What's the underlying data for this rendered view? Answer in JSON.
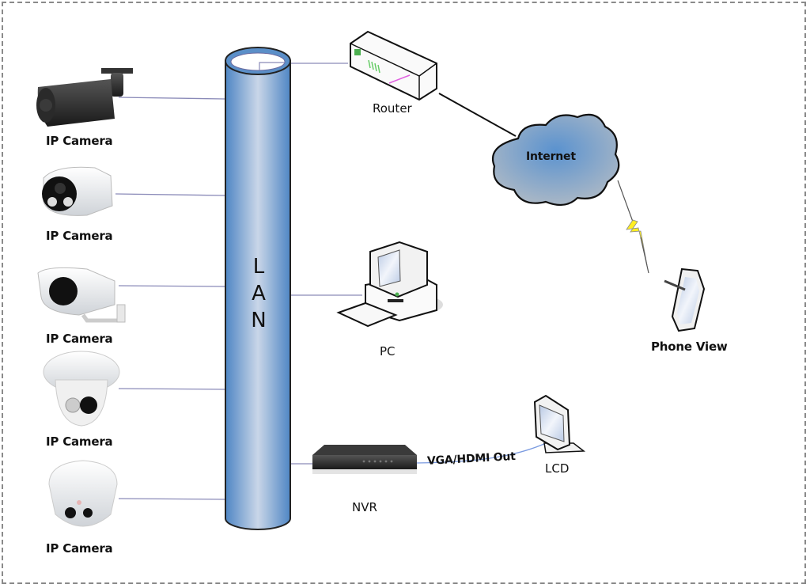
{
  "diagram": {
    "title": "IP Camera network topology",
    "backbone": {
      "label_letters": [
        "L",
        "A",
        "N"
      ],
      "color": "#5b8fc8"
    },
    "cameras": [
      {
        "label": "IP Camera",
        "type": "bullet-black"
      },
      {
        "label": "IP Camera",
        "type": "bullet-white"
      },
      {
        "label": "IP Camera",
        "type": "bullet-white-bracket"
      },
      {
        "label": "IP Camera",
        "type": "dome"
      },
      {
        "label": "IP Camera",
        "type": "dome-white"
      }
    ],
    "router": {
      "label": "Router"
    },
    "internet": {
      "label": "Internet"
    },
    "phone": {
      "label": "Phone View"
    },
    "pc": {
      "label": "PC"
    },
    "nvr": {
      "label": "NVR"
    },
    "lcd": {
      "label": "LCD"
    },
    "link_labels": {
      "nvr_to_lcd": "VGA/HDMI Out"
    },
    "colors": {
      "lan_line": "#8888bb",
      "cloud": "#6d9fd1",
      "lightning": "#ffee22"
    }
  }
}
